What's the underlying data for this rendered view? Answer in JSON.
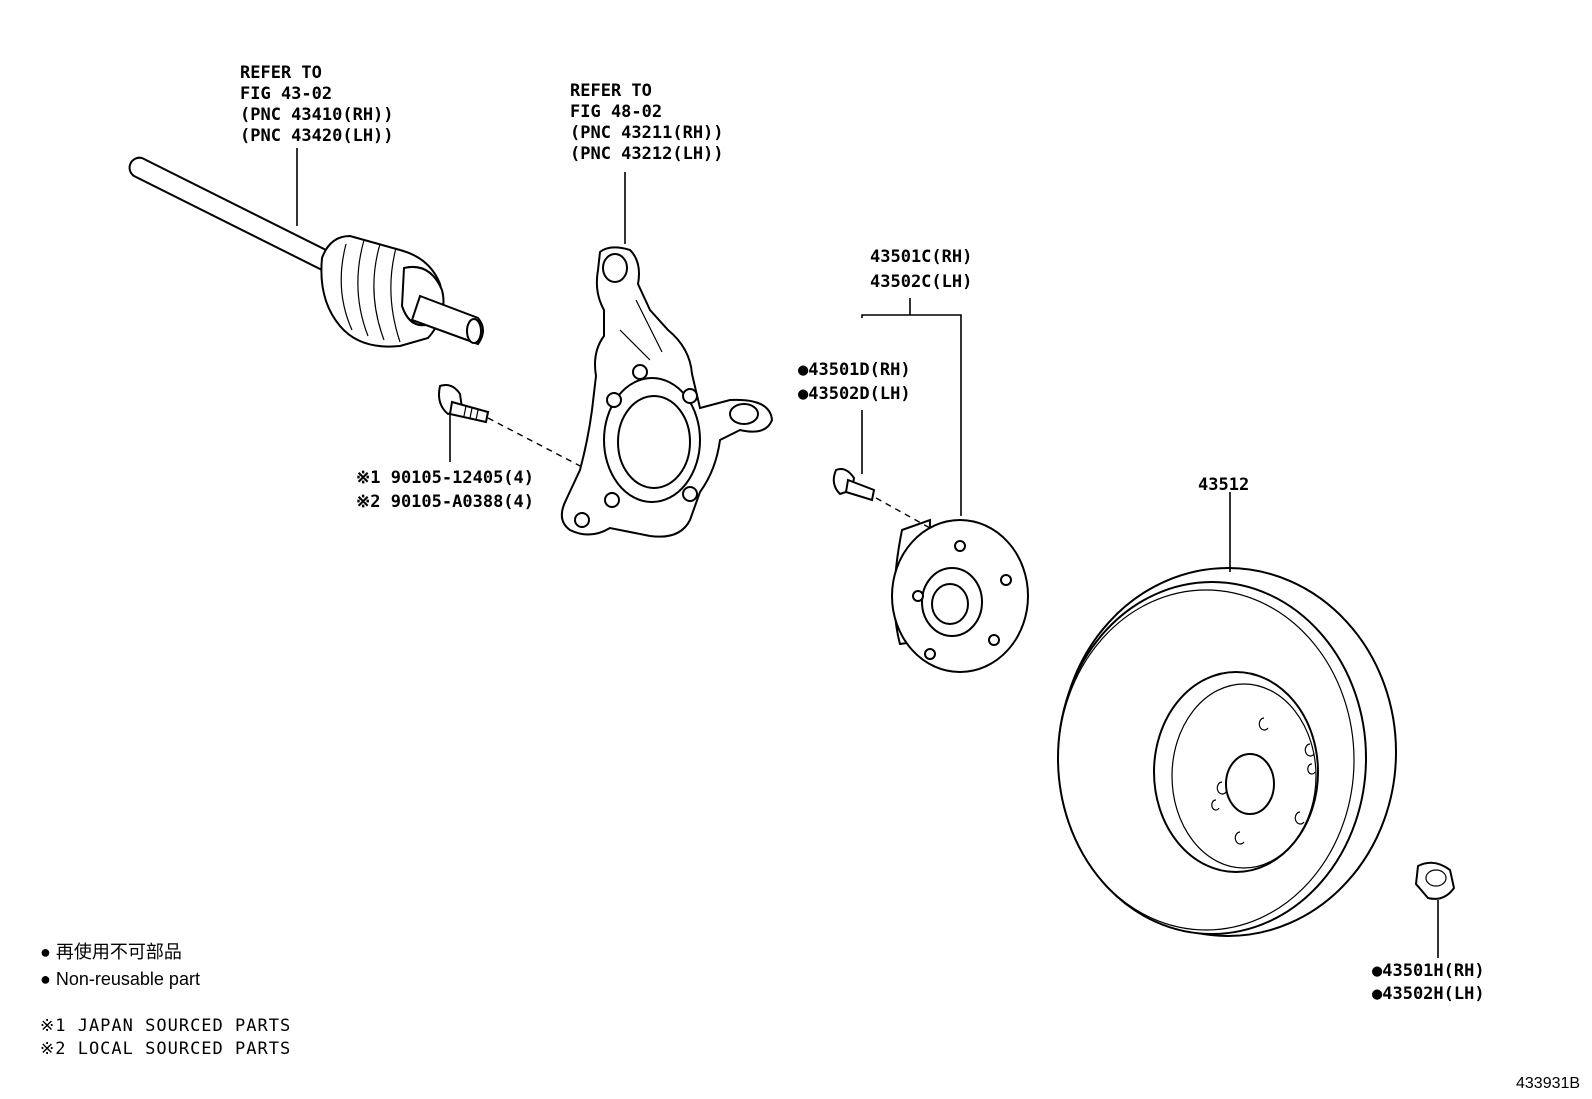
{
  "callouts": {
    "driveshaft": [
      "REFER TO",
      "FIG 43-02",
      "(PNC 43410(RH))",
      "(PNC 43420(LH))"
    ],
    "knuckle": [
      "REFER TO",
      "FIG 48-02",
      "(PNC 43211(RH))",
      "(PNC 43212(LH))"
    ],
    "bolt": [
      "※1 90105-12405(4)",
      "※2 90105-A0388(4)"
    ],
    "hub": [
      "43501C(RH)",
      "43502C(LH)"
    ],
    "hub_bolt": [
      "●43501D(RH)",
      "●43502D(LH)"
    ],
    "disc": "43512",
    "nut": [
      "●43501H(RH)",
      "●43502H(LH)"
    ]
  },
  "legend": {
    "jp": "● 再使用不可部品",
    "en": "● Non-reusable part"
  },
  "notes": [
    "※1 JAPAN SOURCED PARTS",
    "※2 LOCAL SOURCED PARTS"
  ],
  "figure_id": "433931B",
  "colors": {
    "ink": "#000000",
    "paper": "#ffffff"
  }
}
